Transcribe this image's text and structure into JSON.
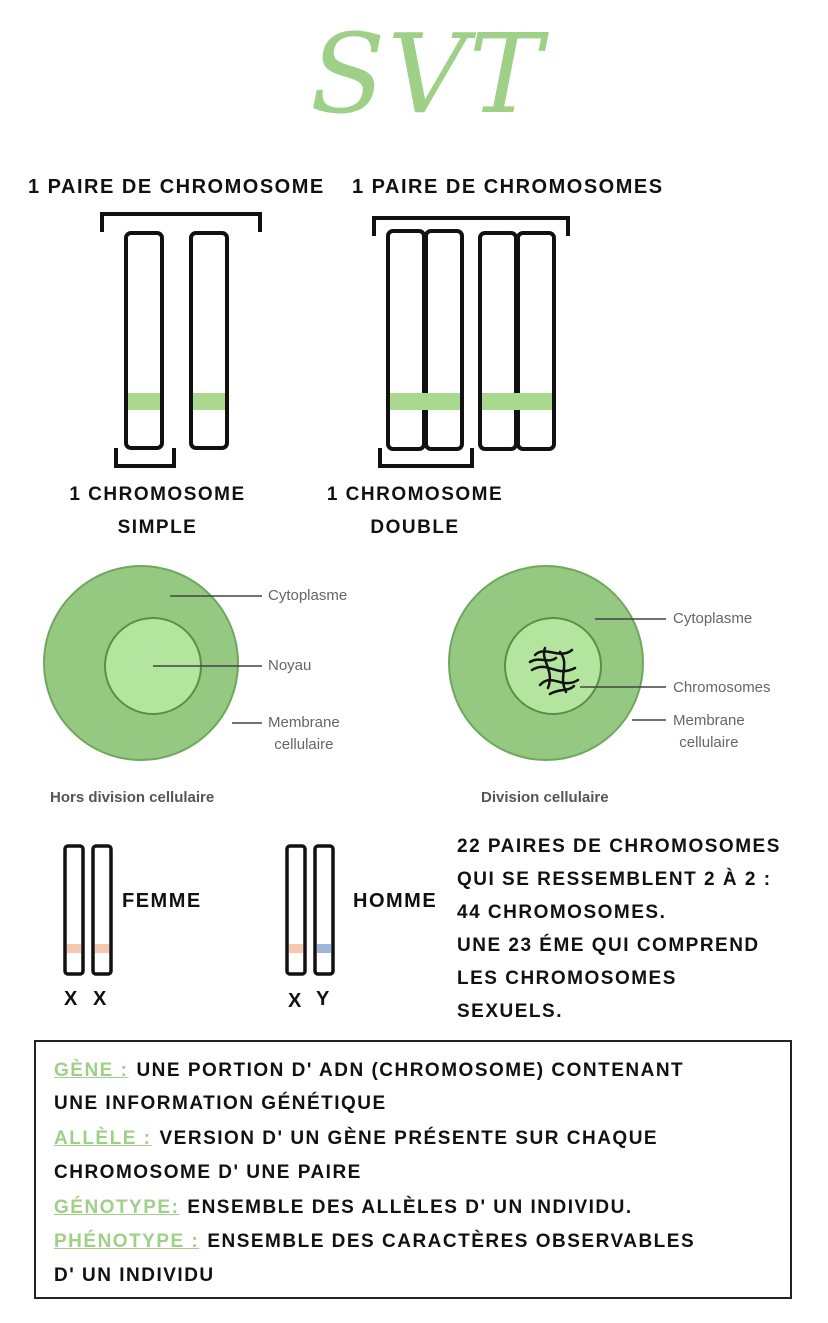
{
  "title": "SVT",
  "colors": {
    "accent": "#9ed088",
    "cell_outer": "#95c982",
    "cell_inner": "#b4e59e",
    "band": "#a9d98e"
  },
  "chromosomes": {
    "pair_simple_label": "1 paire de chromosome",
    "pair_double_label": "1 paire de chromosomes",
    "simple_label_line1": "1 chromosome",
    "simple_label_line2": "simple",
    "double_label_line1": "1 chromosome",
    "double_label_line2": "double"
  },
  "cells": {
    "left": {
      "cytoplasme": "Cytoplasme",
      "noyau": "Noyau",
      "membrane_line1": "Membrane",
      "membrane_line2": "cellulaire",
      "caption": "Hors division cellulaire"
    },
    "right": {
      "cytoplasme": "Cytoplasme",
      "chromosomes": "Chromosomes",
      "membrane_line1": "Membrane",
      "membrane_line2": "cellulaire",
      "caption": "Division cellulaire"
    }
  },
  "karyotype": {
    "femme": "femme",
    "homme": "homme",
    "femme_letters": [
      "x",
      "x"
    ],
    "homme_letters": [
      "x",
      "y"
    ],
    "text_lines": [
      "22 paires de chromosomes",
      "qui se ressemblent 2 à 2 :",
      "44 chromosomes.",
      "Une 23 éme qui comprend",
      "les chromosomes",
      "sexuels."
    ]
  },
  "definitions": [
    {
      "term": "Gène :",
      "lines": [
        "une portion d' ADN (chromosome) contenant",
        "une information génétique"
      ]
    },
    {
      "term": "Allèle :",
      "lines": [
        "version d' un gène présente sur chaque",
        "chromosome d' une paire"
      ]
    },
    {
      "term": "Génotype:",
      "lines": [
        "ensemble des allèles d' un individu."
      ]
    },
    {
      "term": "Phénotype :",
      "lines": [
        "ensemble des caractères observables",
        "d' un individu"
      ]
    }
  ]
}
